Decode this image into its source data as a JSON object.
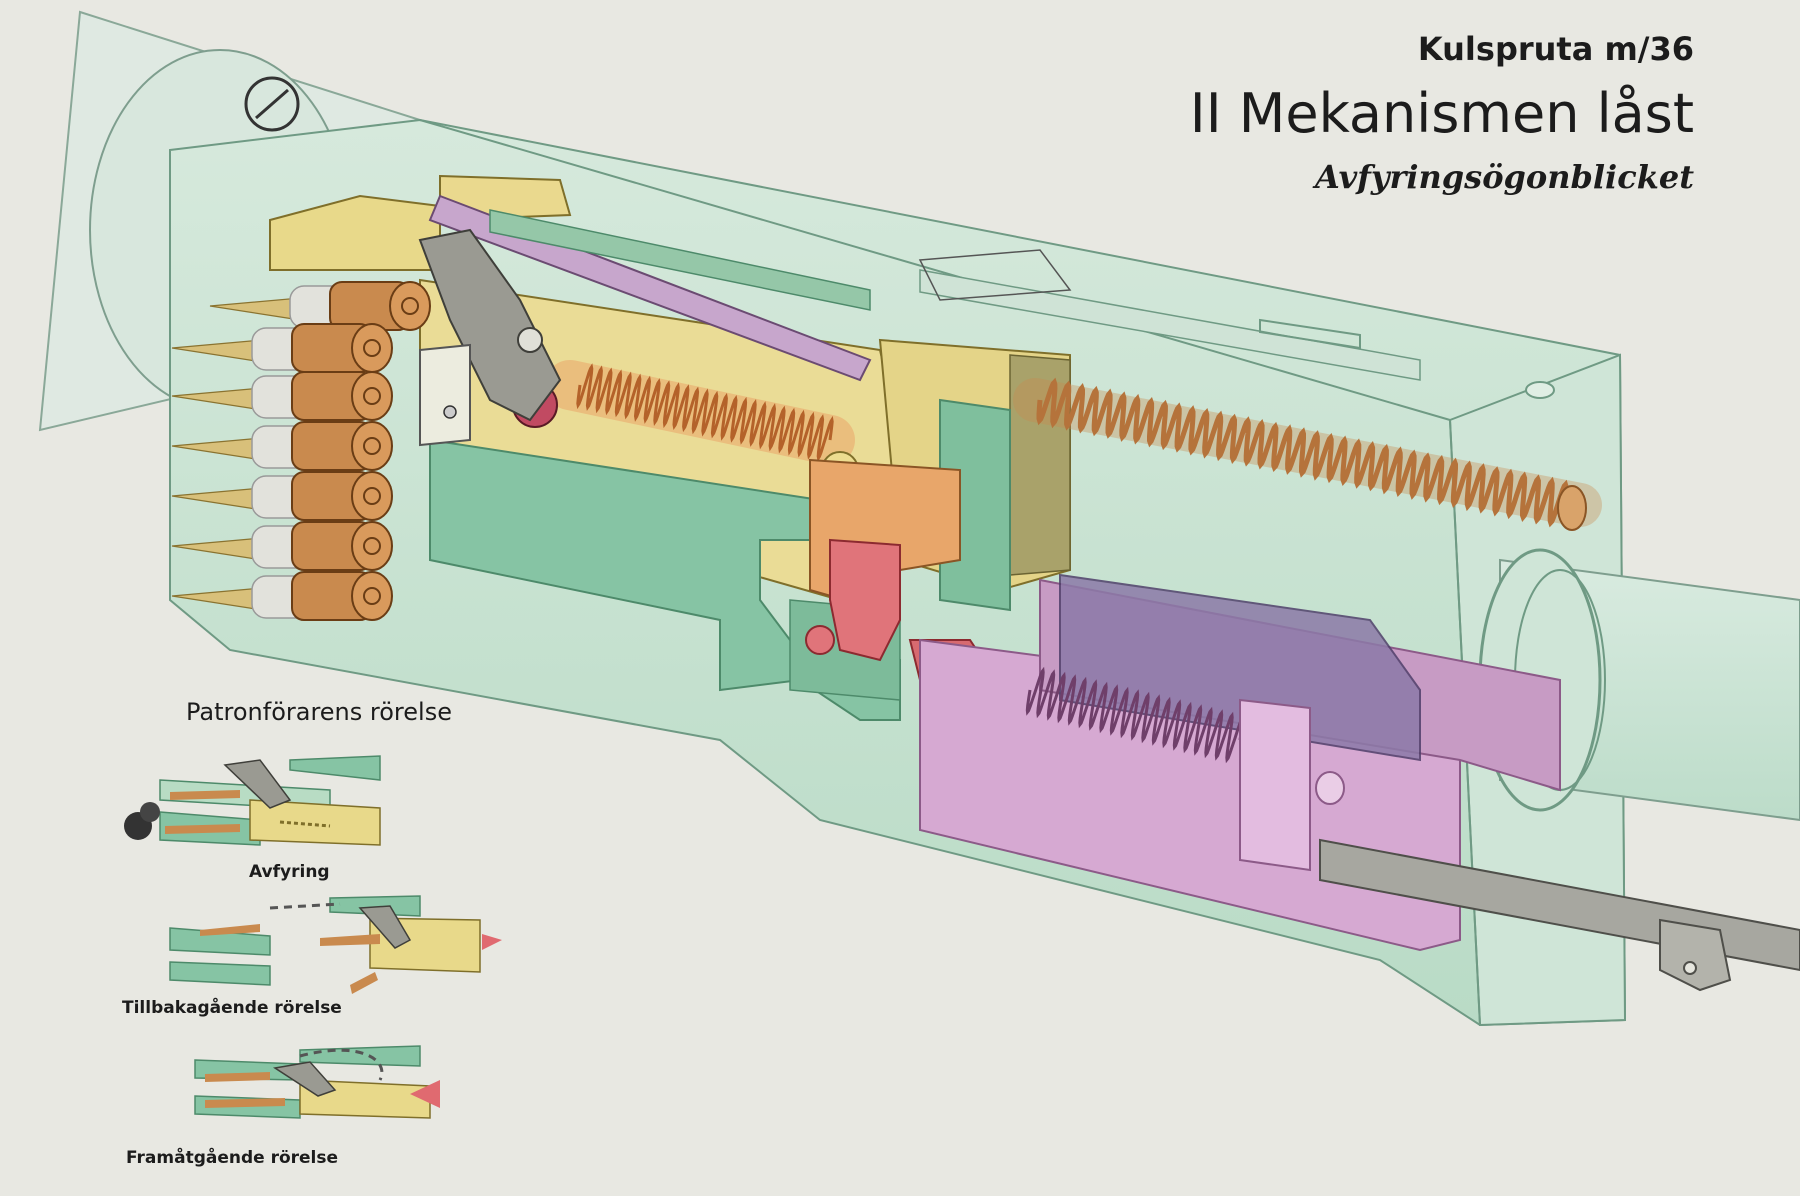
{
  "header": {
    "model": "Kulspruta m/36",
    "title": "II  Mekanismen låst",
    "subtitle": "Avfyringsögonblicket"
  },
  "inset": {
    "heading": "Patronförarens rörelse",
    "steps": [
      {
        "caption": "Avfyring"
      },
      {
        "caption": "Tillbakagående rörelse"
      },
      {
        "caption": "Framåtgående rörelse"
      }
    ]
  },
  "colors": {
    "background": "#e8e8e2",
    "receiver": "#c5e0cf",
    "receiver_dark": "#86c4a4",
    "feed_block": "#e8d98a",
    "recoil_spring": "#d9a36a",
    "cartridge_case": "#c98a4e",
    "bolt_lock": "#d76a70",
    "lower_box": "#d6a9d2",
    "dark_block": "#8c7aa8",
    "linkage": "#9a9a92"
  }
}
